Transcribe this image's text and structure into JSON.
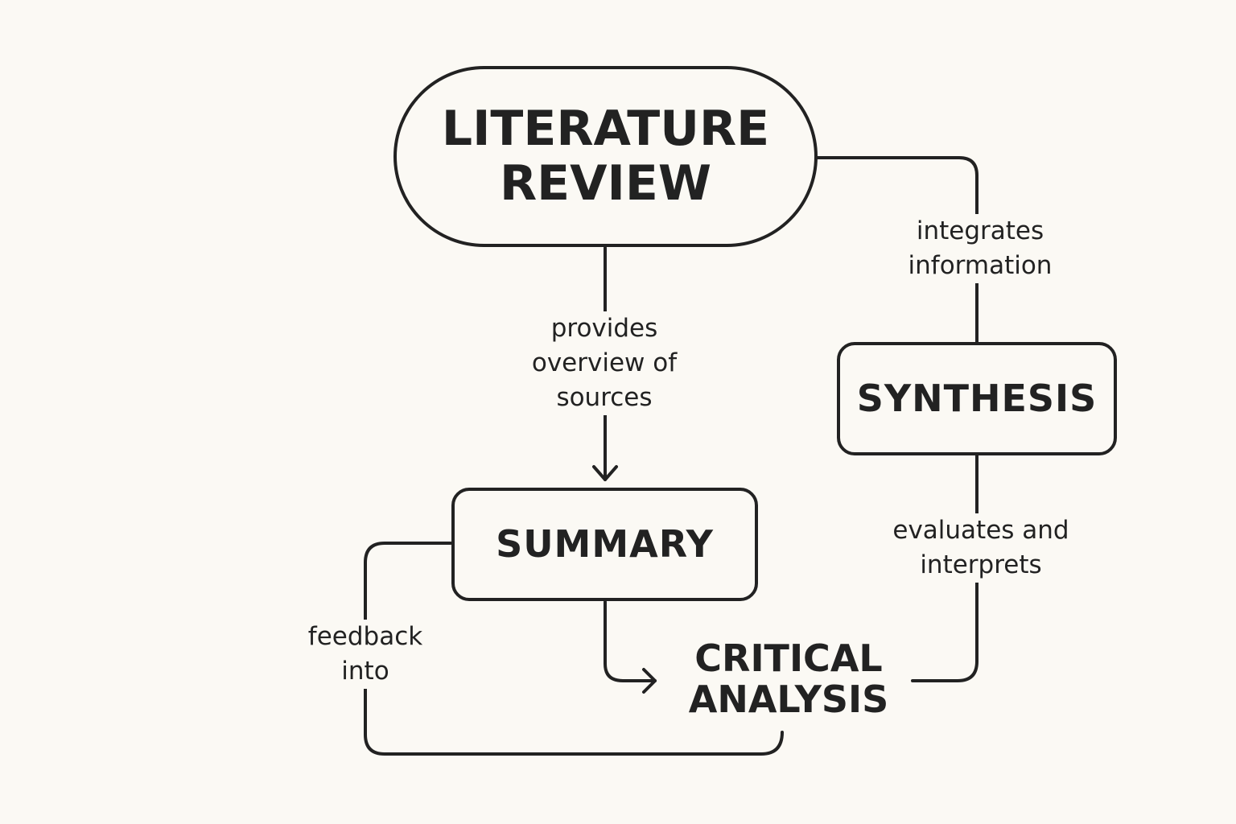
{
  "nodes": {
    "literature_review": [
      "LITERATURE",
      "REVIEW"
    ],
    "synthesis": "SYNTHESIS",
    "summary": "SUMMARY",
    "critical_analysis": [
      "CRITICAL",
      "ANALYSIS"
    ]
  },
  "edges": {
    "provides_overview": [
      "provides",
      "overview of",
      "sources"
    ],
    "integrates_information": [
      "integrates",
      "information"
    ],
    "evaluates_interprets": [
      "evaluates and",
      "interprets"
    ],
    "feedback_into": [
      "feedback",
      "into"
    ]
  },
  "colors": {
    "background": "#fbf9f4",
    "ink": "#222222"
  }
}
